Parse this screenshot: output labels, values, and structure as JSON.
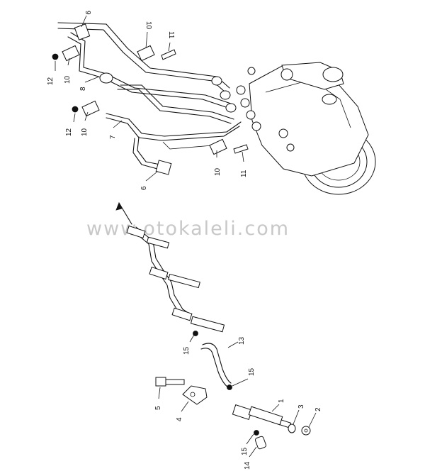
{
  "watermark": "www.otokaleli.com",
  "callouts": {
    "upper": {
      "n9": "9",
      "n10_top": "10",
      "n11_top": "11",
      "n12_top": "12",
      "n10_left_a": "10",
      "n8": "8",
      "n12_mid": "12",
      "n10_left_b": "10",
      "n7": "7",
      "n10_bottom": "10",
      "n11_bottom": "11",
      "n6": "6"
    },
    "lower": {
      "n15_a": "15",
      "n13": "13",
      "n15_b": "15",
      "n5": "5",
      "n4": "4",
      "n1": "1",
      "n3": "3",
      "n2": "2",
      "n15_c": "15",
      "n14": "14"
    }
  }
}
